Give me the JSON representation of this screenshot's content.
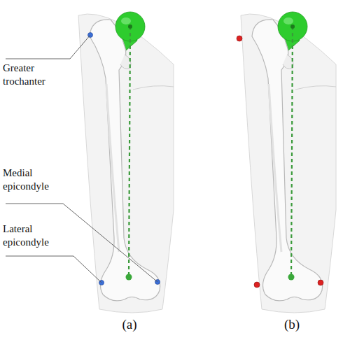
{
  "diagram": {
    "labels": [
      "Greater trochanter",
      "Medial epicondyle",
      "Lateral epicondyle",
      "(a)",
      "(b)"
    ]
  }
}
